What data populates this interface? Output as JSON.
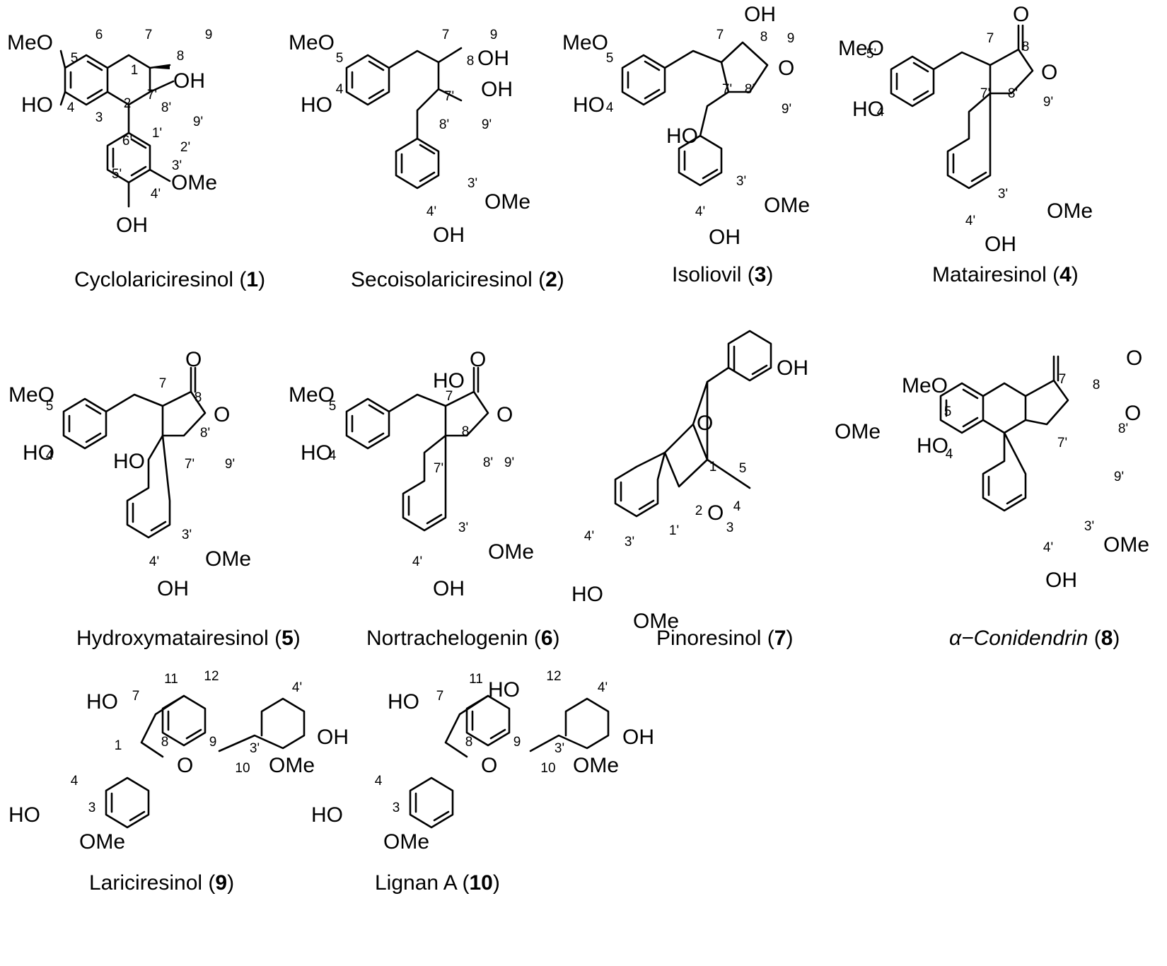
{
  "compounds": [
    {
      "name": "Cyclolariciresinol",
      "number": "1"
    },
    {
      "name": "Secoisolariciresinol",
      "number": "2"
    },
    {
      "name": "Isoliovil",
      "number": "3"
    },
    {
      "name": "Matairesinol",
      "number": "4"
    },
    {
      "name": "Hydroxymatairesinol",
      "number": "5"
    },
    {
      "name": "Nortrachelogenin",
      "number": "6"
    },
    {
      "name": "Pinoresinol",
      "number": "7"
    },
    {
      "name": "α−Conidendrin",
      "number": "8"
    },
    {
      "name": "Lariciresinol",
      "number": "9"
    },
    {
      "name": "Lignan A",
      "number": "10"
    }
  ],
  "groups": {
    "meo": "MeO",
    "ome": "OMe",
    "oh": "OH",
    "ho": "HO",
    "o": "O"
  },
  "atom_labels": {
    "c1": [
      "6",
      "7",
      "8",
      "9",
      "5",
      "1",
      "7'",
      "4",
      "3",
      "2",
      "8'",
      "9'",
      "1'",
      "6'",
      "2'",
      "5'",
      "3'",
      "4'"
    ],
    "c2": [
      "7",
      "9",
      "8",
      "5",
      "4",
      "7'",
      "8'",
      "9'",
      "3'",
      "4'"
    ],
    "c3": [
      "7",
      "8",
      "9",
      "5",
      "4",
      "7'",
      "8'",
      "9'",
      "3'",
      "4'"
    ],
    "c4": [
      "7",
      "8",
      "5'",
      "4",
      "7'",
      "8'",
      "9'",
      "3'",
      "4'"
    ],
    "c5": [
      "7",
      "8",
      "5",
      "4",
      "8'",
      "7'",
      "9'",
      "3'",
      "4'"
    ],
    "c6": [
      "7",
      "8",
      "5",
      "4",
      "8'",
      "7'",
      "9'",
      "3'",
      "4'"
    ],
    "c7": [
      "1",
      "5",
      "4",
      "2",
      "3",
      "1'",
      "4'",
      "3'"
    ],
    "c8": [
      "7",
      "8",
      "5",
      "8'",
      "7'",
      "4",
      "9'",
      "3'",
      "4'"
    ],
    "c9": [
      "11",
      "12",
      "8",
      "9",
      "4'",
      "7",
      "10",
      "3'",
      "1",
      "4",
      "3"
    ],
    "c10": [
      "12",
      "11",
      "8",
      "9",
      "4'",
      "7",
      "10",
      "3'",
      "4",
      "3"
    ]
  }
}
